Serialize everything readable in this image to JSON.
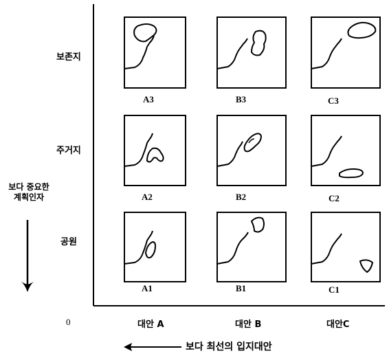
{
  "rows": [
    {
      "label": "보존지",
      "panels": [
        "A3",
        "B3",
        "C3"
      ]
    },
    {
      "label": "주거지",
      "panels": [
        "A2",
        "B2",
        "C2"
      ]
    },
    {
      "label": "공원",
      "panels": [
        "A1",
        "B1",
        "C1"
      ]
    }
  ],
  "columns": [
    "대안 A",
    "대안 B",
    "대안C"
  ],
  "origin": "0",
  "y_axis_label": [
    "보다 중요한",
    "계획인자"
  ],
  "x_axis_label": "보다 최선의 입지대안"
}
